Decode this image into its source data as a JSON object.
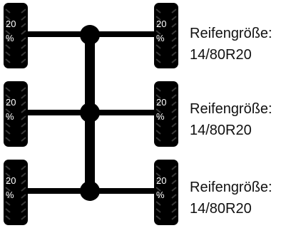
{
  "colors": {
    "tire": "#000000",
    "tire_tread": "#3a3a3a",
    "axle": "#000000",
    "text_on_tire": "#ffffff",
    "label": "#111111"
  },
  "axles": [
    {
      "left_tire": {
        "line1": "20",
        "line2": "%"
      },
      "right_tire": {
        "line1": "20",
        "line2": "%"
      },
      "size_label": "Reifengröße:",
      "size_value": "14/80R20"
    },
    {
      "left_tire": {
        "line1": "20",
        "line2": "%"
      },
      "right_tire": {
        "line1": "20",
        "line2": "%"
      },
      "size_label": "Reifengröße:",
      "size_value": "14/80R20"
    },
    {
      "left_tire": {
        "line1": "20",
        "line2": "%"
      },
      "right_tire": {
        "line1": "20",
        "line2": "%"
      },
      "size_label": "Reifengröße:",
      "size_value": "14/80R20"
    }
  ]
}
